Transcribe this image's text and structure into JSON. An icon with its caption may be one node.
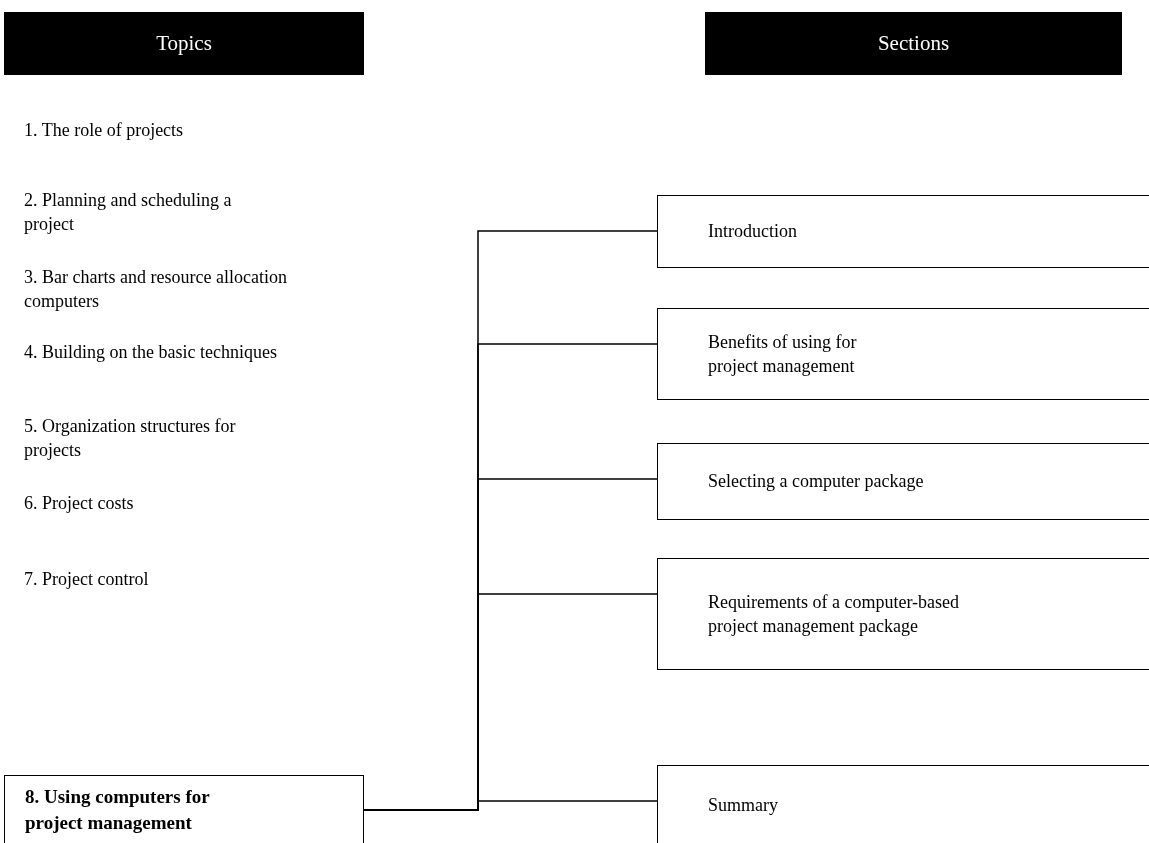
{
  "diagram": {
    "nodes": [
      {
        "text": [
          "Topics"
        ]
      },
      {
        "text": [
          "Sections"
        ]
      },
      {
        "text": [
          "8. Using computers for project management"
        ]
      },
      {
        "text": [
          "Introduction"
        ]
      },
      {
        "text": [
          "Benefits of using for project management"
        ]
      },
      {
        "text": [
          "Selecting a computer package"
        ]
      },
      {
        "text": [
          "Requirements of a computer-based project management package"
        ]
      },
      {
        "text": [
          "Summary"
        ]
      }
    ],
    "edges": [
      {
        "from": 2,
        "to": 3,
        "arrow": "none"
      },
      {
        "from": 2,
        "to": 4,
        "arrow": "none"
      },
      {
        "from": 2,
        "to": 5,
        "arrow": "none"
      },
      {
        "from": 2,
        "to": 6,
        "arrow": "none"
      },
      {
        "from": 2,
        "to": 7,
        "arrow": "none"
      }
    ],
    "labels": [
      "1. The role of projects",
      "2. Planning and scheduling a project",
      "3. Bar charts and resource allocation computers",
      "4. Building on the basic techniques",
      "5. Organization structures for projects",
      "6. Project costs",
      "7. Project control"
    ]
  }
}
